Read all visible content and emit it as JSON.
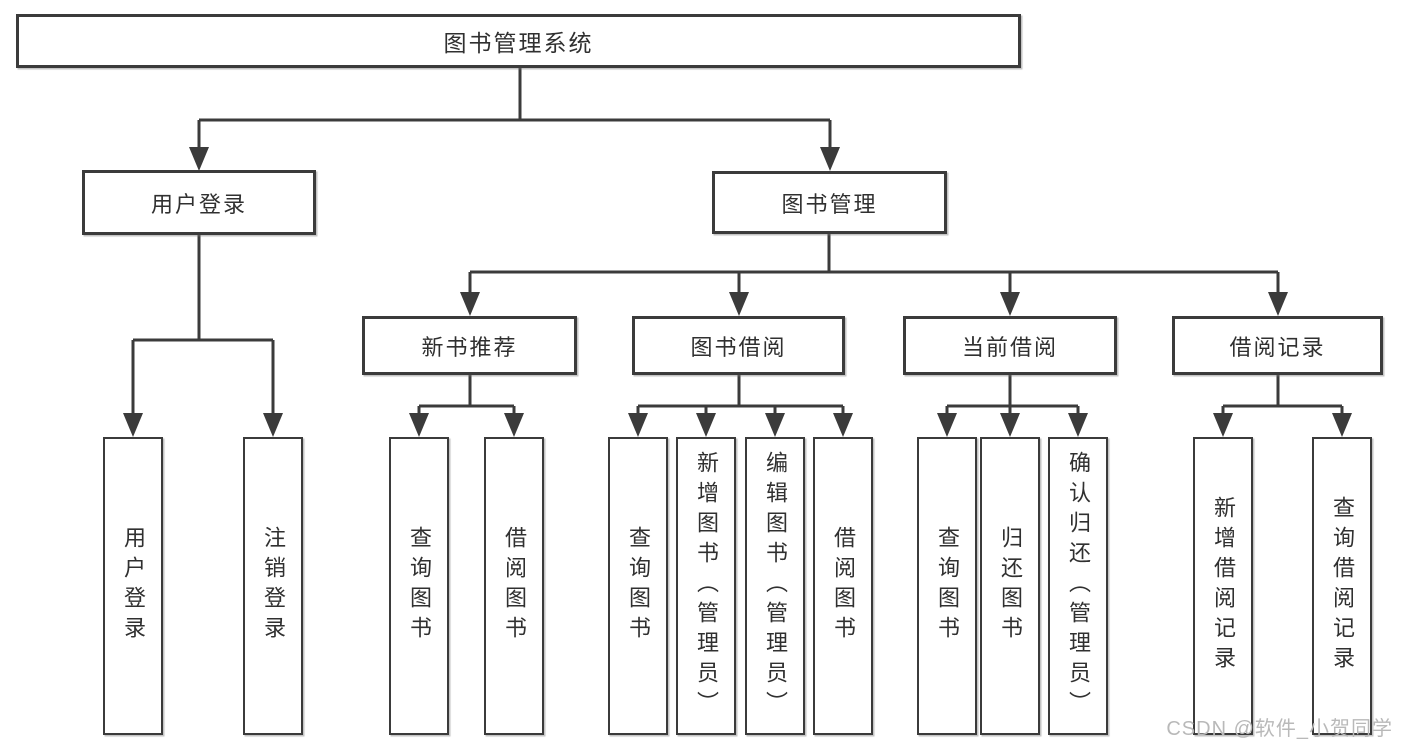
{
  "diagram": {
    "root": {
      "label": "图书管理系统"
    },
    "level2": [
      {
        "id": "user-login",
        "label": "用户登录"
      },
      {
        "id": "book-management",
        "label": "图书管理"
      }
    ],
    "level3": [
      {
        "id": "new-book-recommend",
        "label": "新书推荐",
        "parent": "图书管理"
      },
      {
        "id": "book-borrow",
        "label": "图书借阅",
        "parent": "图书管理"
      },
      {
        "id": "current-borrow",
        "label": "当前借阅",
        "parent": "图书管理"
      },
      {
        "id": "borrow-record",
        "label": "借阅记录",
        "parent": "图书管理"
      }
    ],
    "leaves": [
      {
        "id": "user-login",
        "label": "用户登录",
        "parent": "用户登录"
      },
      {
        "id": "logout",
        "label": "注销登录",
        "parent": "用户登录"
      },
      {
        "id": "query-book-recommend",
        "label": "查询图书",
        "parent": "新书推荐"
      },
      {
        "id": "borrow-book-recommend",
        "label": "借阅图书",
        "parent": "新书推荐"
      },
      {
        "id": "query-book-borrow",
        "label": "查询图书",
        "parent": "图书借阅"
      },
      {
        "id": "add-book-admin",
        "label": "新增图书（管理员）",
        "parent": "图书借阅"
      },
      {
        "id": "edit-book-admin",
        "label": "编辑图书（管理员）",
        "parent": "图书借阅"
      },
      {
        "id": "borrow-book",
        "label": "借阅图书",
        "parent": "图书借阅"
      },
      {
        "id": "query-book-current",
        "label": "查询图书",
        "parent": "当前借阅"
      },
      {
        "id": "return-book",
        "label": "归还图书",
        "parent": "当前借阅"
      },
      {
        "id": "confirm-return-admin",
        "label": "确认归还（管理员）",
        "parent": "当前借阅"
      },
      {
        "id": "add-borrow-record",
        "label": "新增借阅记录",
        "parent": "借阅记录"
      },
      {
        "id": "query-borrow-record",
        "label": "查询借阅记录",
        "parent": "借阅记录"
      }
    ]
  },
  "watermark": "CSDN @软件_小贺同学",
  "colors": {
    "line": "#3b3b3b",
    "text": "#303030",
    "watermark": "#b9b9b9",
    "background": "#ffffff"
  }
}
